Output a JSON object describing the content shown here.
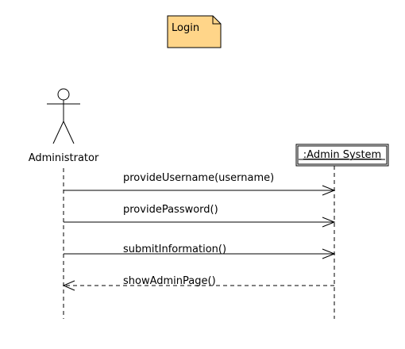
{
  "note": {
    "text": "Login",
    "fill": "#FFD589"
  },
  "actor": {
    "name": "Administrator"
  },
  "system": {
    "name": ":Admin System"
  },
  "messages": [
    {
      "label": "provideUsername(username)",
      "kind": "synchronous"
    },
    {
      "label": "providePassword()",
      "kind": "synchronous"
    },
    {
      "label": "submitInformation()",
      "kind": "synchronous"
    },
    {
      "label": "showAdminPage()",
      "kind": "return"
    }
  ]
}
